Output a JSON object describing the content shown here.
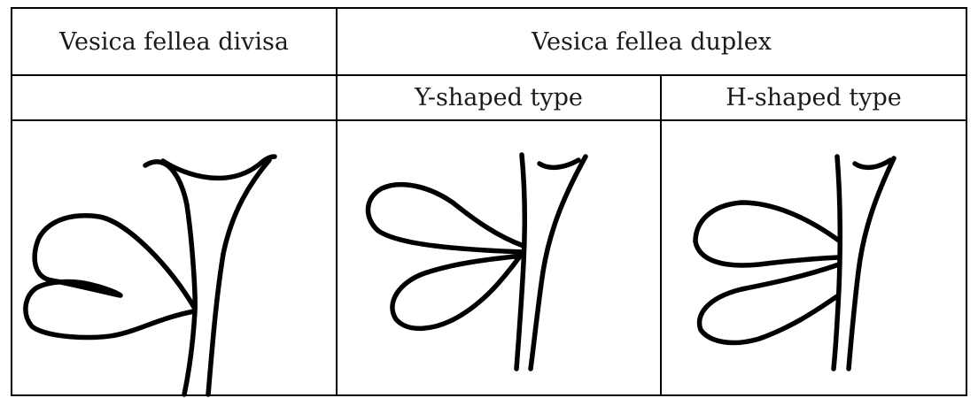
{
  "table": {
    "header": {
      "col1": "Vesica fellea divisa",
      "col2_group": "Vesica fellea duplex"
    },
    "subheader": {
      "col1": "",
      "col2": "Y-shaped type",
      "col3": "H-shaped type"
    },
    "figures": [
      "vesica-fellea-divisa-drawing",
      "y-shaped-type-drawing",
      "h-shaped-type-drawing"
    ]
  }
}
